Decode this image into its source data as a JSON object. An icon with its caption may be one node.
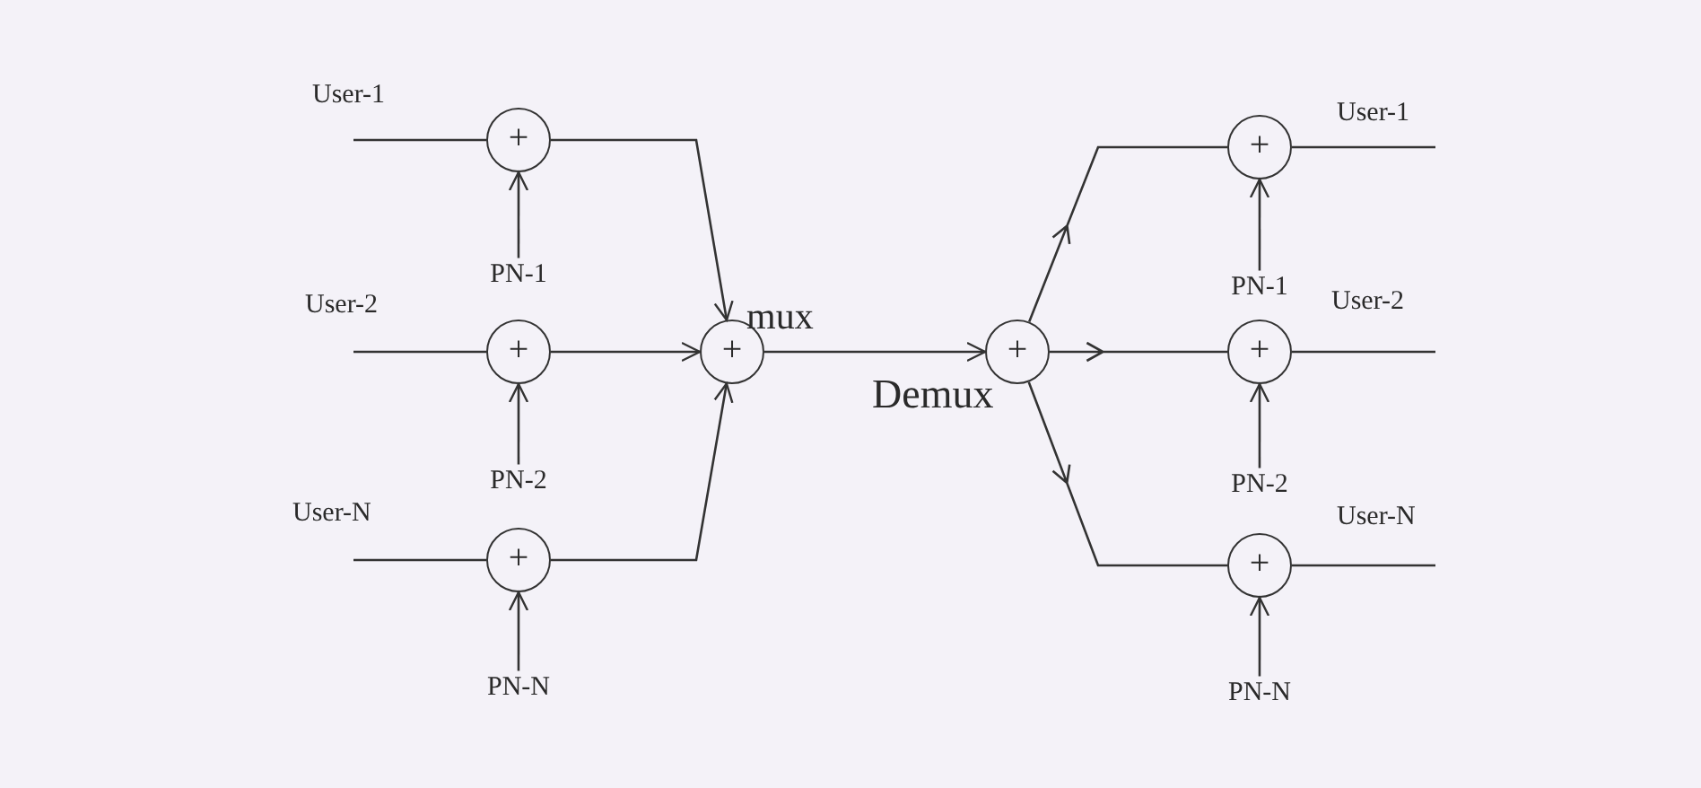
{
  "diagram": {
    "nodes": [
      {
        "text": [
          "+"
        ]
      },
      {
        "text": [
          "PN-1"
        ]
      },
      {
        "text": [
          "+"
        ]
      },
      {
        "text": [
          "PN-2"
        ]
      },
      {
        "text": [
          "+"
        ]
      },
      {
        "text": [
          "PN-N"
        ]
      },
      {
        "text": [
          "+"
        ],
        "beside": [
          "mux"
        ]
      },
      {
        "text": [
          "+"
        ],
        "beside": [
          "Demux"
        ]
      },
      {
        "text": [
          "+"
        ]
      },
      {
        "text": [
          "PN-1"
        ]
      },
      {
        "text": [
          "+"
        ]
      },
      {
        "text": [
          "PN-2"
        ]
      },
      {
        "text": [
          "+"
        ]
      },
      {
        "text": [
          "PN-N"
        ]
      }
    ],
    "edges": [
      {
        "from": null,
        "to": 0,
        "arrow": "none",
        "label": "User-1"
      },
      {
        "from": 1,
        "to": 0,
        "arrow": "to"
      },
      {
        "from": null,
        "to": 2,
        "arrow": "none",
        "label": "User-2"
      },
      {
        "from": 3,
        "to": 2,
        "arrow": "to"
      },
      {
        "from": null,
        "to": 4,
        "arrow": "none",
        "label": "User-N"
      },
      {
        "from": 5,
        "to": 4,
        "arrow": "to"
      },
      {
        "from": 0,
        "to": 6,
        "arrow": "to"
      },
      {
        "from": 2,
        "to": 6,
        "arrow": "to"
      },
      {
        "from": 4,
        "to": 6,
        "arrow": "to"
      },
      {
        "from": 6,
        "to": 7,
        "arrow": "to"
      },
      {
        "from": 7,
        "to": 8,
        "arrow": "to"
      },
      {
        "from": 7,
        "to": 10,
        "arrow": "to"
      },
      {
        "from": 7,
        "to": 12,
        "arrow": "to"
      },
      {
        "from": 8,
        "to": null,
        "arrow": "none",
        "label": "User-1"
      },
      {
        "from": 9,
        "to": 8,
        "arrow": "to"
      },
      {
        "from": 10,
        "to": null,
        "arrow": "none",
        "label": "User-2"
      },
      {
        "from": 11,
        "to": 10,
        "arrow": "to"
      },
      {
        "from": 12,
        "to": null,
        "arrow": "none",
        "label": "User-N"
      },
      {
        "from": 13,
        "to": 12,
        "arrow": "to"
      }
    ]
  }
}
